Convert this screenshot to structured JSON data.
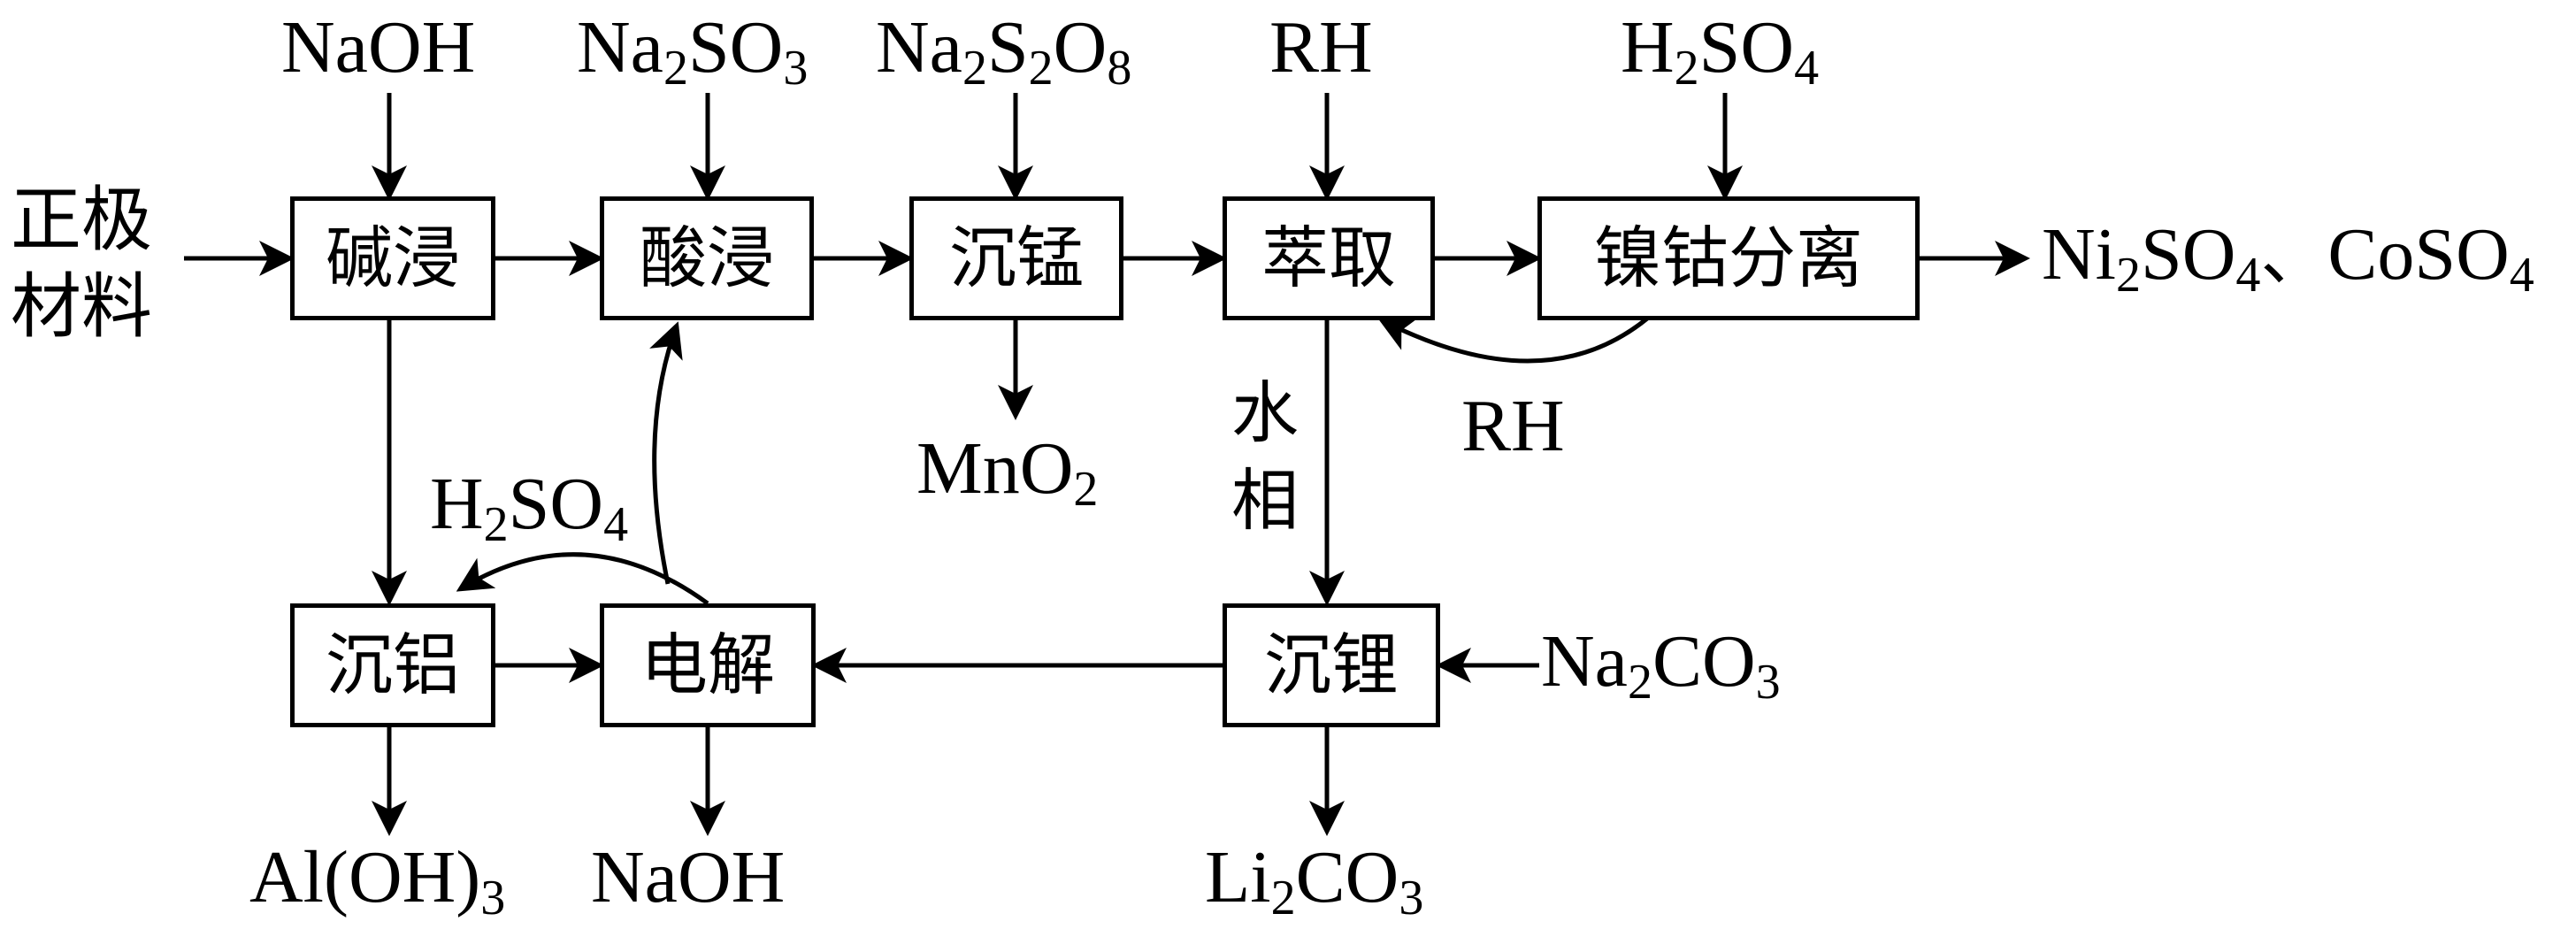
{
  "nodes": {
    "alkali_leach": "碱浸",
    "acid_leach": "酸浸",
    "mn_precip": "沉锰",
    "extraction": "萃取",
    "ni_co_separation": "镍钴分离",
    "al_precip": "沉铝",
    "electrolysis": "电解",
    "li_precip": "沉锂"
  },
  "labels": {
    "raw_material": "正极材料",
    "aqueous_phase": "水相",
    "products": "Ni₂SO₄、CoSO₄"
  },
  "formulas": {
    "naoh_in": "NaOH",
    "na2so3_in": "Na₂SO₃",
    "na2s2o8_in": "Na₂S₂O₈",
    "rh_in": "RH",
    "h2so4_in": "H₂SO₄",
    "rh_recycle": "RH",
    "mno2_out": "MnO₂",
    "h2so4_recycle": "H₂SO₄",
    "na2co3_in": "Na₂CO₃",
    "aloh3_out": "Al(OH)₃",
    "naoh_out": "NaOH",
    "li2co3_out": "Li₂CO₃"
  }
}
